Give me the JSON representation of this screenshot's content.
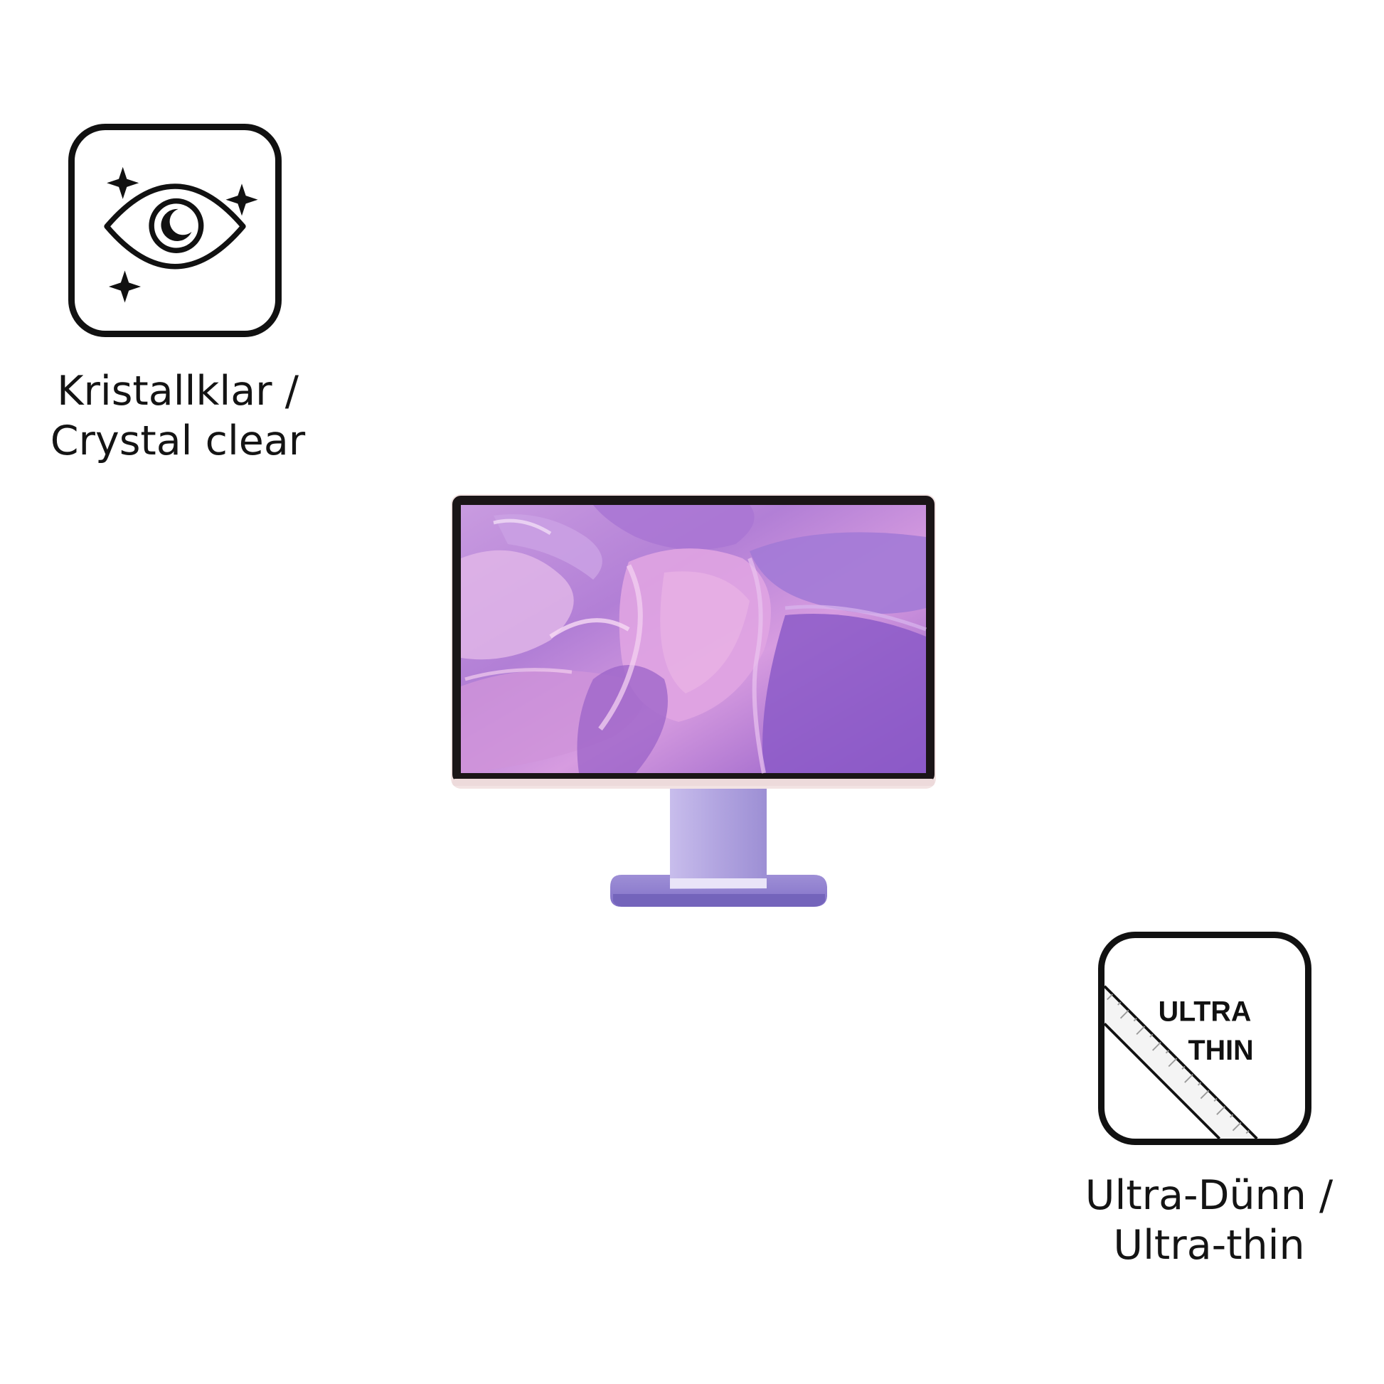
{
  "features": [
    {
      "icon": "eye-sparkle-icon",
      "label_line1": "Kristallklar /",
      "label_line2": "Crystal clear"
    },
    {
      "icon": "ultra-thin-ruler-icon",
      "icon_text_line1": "ULTRA",
      "icon_text_line2": "THIN",
      "label_line1": "Ultra-Dünn /",
      "label_line2": "Ultra-thin"
    }
  ],
  "product": {
    "image": "monitor-on-stand-image",
    "screen_art": "purple-paint-texture",
    "colors": {
      "stand": "#a79ad8",
      "screen_light": "#d7a2de",
      "screen_mid": "#b77fd6",
      "screen_dark": "#8f5ac6",
      "bezel": "#1b1517"
    }
  }
}
